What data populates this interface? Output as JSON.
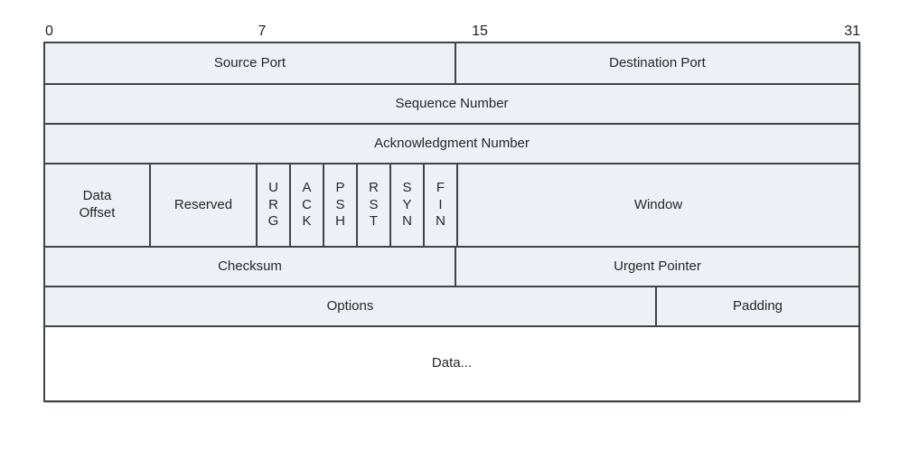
{
  "bit_ruler": {
    "labels": {
      "b0": "0",
      "b7": "7",
      "b15": "15",
      "b31": "31"
    }
  },
  "fields": {
    "source_port": "Source Port",
    "destination_port": "Destination Port",
    "sequence_number": "Sequence Number",
    "acknowledgment_number": "Acknowledgment Number",
    "data_offset": "Data\nOffset",
    "reserved": "Reserved",
    "flags": [
      "U\nR\nG",
      "A\nC\nK",
      "P\nS\nH",
      "R\nS\nT",
      "S\nY\nN",
      "F\nI\nN"
    ],
    "window": "Window",
    "checksum": "Checksum",
    "urgent_pointer": "Urgent Pointer",
    "options": "Options",
    "padding": "Padding",
    "data": "Data..."
  },
  "colors": {
    "cell_fill": "#edf0f4",
    "data_fill": "#ffffff",
    "border": "#3f4447",
    "text": "#262626"
  }
}
